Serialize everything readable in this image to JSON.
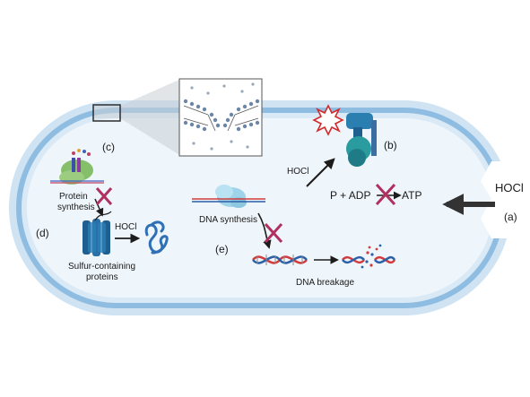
{
  "labels": {
    "a": "(a)",
    "b": "(b)",
    "c": "(c)",
    "d": "(d)",
    "e": "(e)"
  },
  "text": {
    "hocl_outside": "HOCl",
    "hocl_membrane": "HOCl",
    "hocl_proteins": "HOCl",
    "atp_p_adp": "P + ADP",
    "atp": "ATP",
    "protein_synthesis_1": "Protein",
    "protein_synthesis_2": "synthesis",
    "sulfur_1": "Sulfur-containing",
    "sulfur_2": "proteins",
    "dna_synthesis": "DNA synthesis",
    "dna_breakage": "DNA breakage"
  },
  "colors": {
    "membrane_outer": "#bcd8ee",
    "membrane_inner": "#7fb2dc",
    "cytoplasm": "#e9f3fb",
    "cross": "#b03060",
    "arrow": "#1c1c1c",
    "dna_red": "#d23c3c",
    "dna_blue": "#2b5fa8",
    "teal": "#2a8f9b",
    "protein_blue": "#2f6fb5"
  }
}
